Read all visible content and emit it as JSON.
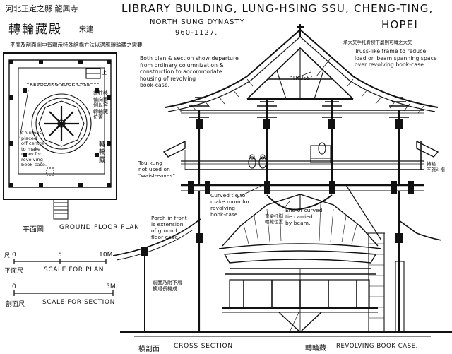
{
  "title": {
    "line1": "LIBRARY BUILDING, LUNG-HSING SSU, CHENG-TING,",
    "line2": "HOPEI",
    "dynasty": "NORTH SUNG DYNASTY",
    "dates": "960-1127."
  },
  "chinese": {
    "top_left": "河北正定之縣 龍興寺",
    "top_left_title": "轉輪藏殿",
    "top_left_period": "宋建",
    "subtitle": "平面及剖面圖中皆顯示特殊結構方法以適應轉輪藏之需要",
    "plan_label": "平面圖",
    "section_label": "横剖面",
    "scale_plan": "平面尺",
    "scale_section": "剖面尺",
    "right_note": "承大叉手托脊樑下層則可轉之大叉",
    "porch_note": "前面乃附下層\n擴退長機成",
    "curved_note": "弯梁托脚\n輪藏位置",
    "shelf_note": "轉輪藏",
    "right_bracket": "轉輪\n不施斗楷",
    "revolving_cjk": "轉輪藏"
  },
  "plan": {
    "revolving_case_label": "REVOLVING BOOK CASE",
    "column_note": "Columns\nplaced\noff centre\nto make\nroom for\nrevolving\nbook-case.",
    "right_note_cjk": "前柱移\n偏向兩\n側以容\n轉輪藏\n位置",
    "case_cjk": "轉\n輪\n藏",
    "label": "GROUND FLOOR PLAN",
    "marker_top": "上"
  },
  "annotations": {
    "both_plan": "Both plan & section show departure\nfrom ordinary columnization &\nconstruction to accommodate\nhousing of revolving\nbook-case.",
    "truss_like": "Truss-like frame to reduce\nload on beam spanning space\nover revolving book-case.",
    "truss": "\"TRUSS\"",
    "tou_kung": "Tou-kung\nnot used on\n\"waist-eaves\"",
    "curved_tie": "Curved tie to\nmake room for\nrevolving\nbook-case.",
    "end_of_curved": "End of curved\ntie carried\nby beam.",
    "porch": "Porch in front\nis extension\nof ground\nfloor eave"
  },
  "scales": {
    "plan_ticks": [
      "0",
      "5",
      "10M."
    ],
    "plan_label": "SCALE FOR PLAN",
    "plan_unit": "尺",
    "section_ticks": [
      "0",
      "5M."
    ],
    "section_label": "SCALE FOR SECTION"
  },
  "bottom": {
    "cross_section": "CROSS SECTION",
    "revolving_book_case": "REVOLVING BOOK CASE."
  }
}
